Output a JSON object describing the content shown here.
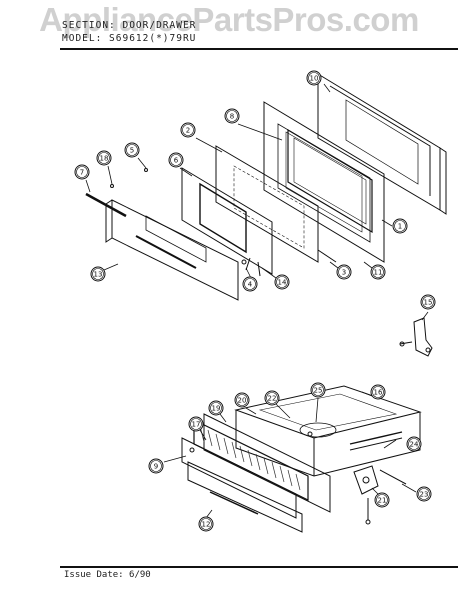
{
  "watermark": "AppliancePartsPros.com",
  "header": {
    "section_line": "SECTION: DOOR/DRAWER",
    "model_line": "MODEL:  S69612(*)79RU"
  },
  "footer": {
    "issue_date": "Issue Date: 6/90"
  },
  "callouts": [
    "1",
    "2",
    "3",
    "4",
    "5",
    "6",
    "7",
    "8",
    "9",
    "10",
    "11",
    "12",
    "13",
    "14",
    "15",
    "16",
    "17",
    "18",
    "19",
    "20",
    "21",
    "22",
    "23",
    "24",
    "25"
  ],
  "colors": {
    "ink": "#111111",
    "watermark": "#9a9a9a",
    "paper": "#ffffff"
  }
}
